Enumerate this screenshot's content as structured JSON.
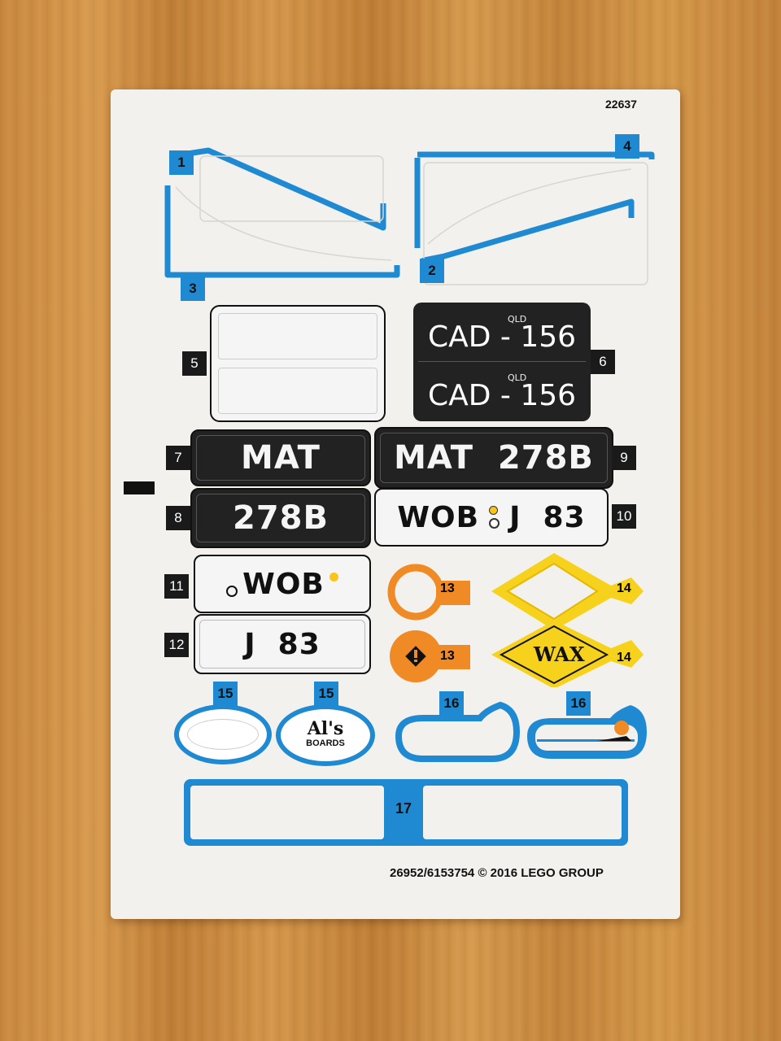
{
  "sheet": {
    "code": "22637",
    "footer": "26952/6153754 © 2016 LEGO GROUP"
  },
  "stickers": {
    "n1": "1",
    "n2": "2",
    "n3": "3",
    "n4": "4",
    "n5": "5",
    "n6": "6",
    "n7": "7",
    "n8": "8",
    "n9": "9",
    "n10": "10",
    "n11": "11",
    "n12": "12",
    "n13a": "13",
    "n13b": "13",
    "n14a": "14",
    "n14b": "14",
    "n15a": "15",
    "n15b": "15",
    "n16a": "16",
    "n16b": "16",
    "n17": "17"
  },
  "plates": {
    "cad_a": "CAD - 156",
    "cad_b": "CAD - 156",
    "qld_a": "QLD",
    "qld_b": "QLD",
    "mat": "MAT",
    "num_278b": "278B",
    "mat_278b": "MAT  278B",
    "wob_j83": "WOB",
    "j83_suffix": "J  83",
    "wob": "WOB",
    "j83": "J  83"
  },
  "logos": {
    "wax": "WAX",
    "als": "Al's",
    "boards": "BOARDS"
  },
  "colors": {
    "blue": "#1f8ad2",
    "orange": "#f08a24",
    "yellow": "#f7d21c",
    "dark": "#222222"
  }
}
